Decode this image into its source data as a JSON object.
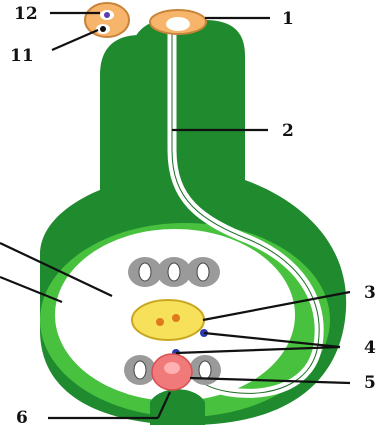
{
  "labels": {
    "n1": "1",
    "n2": "2",
    "n3": "3",
    "n4": "4",
    "n5": "5",
    "n6": "6",
    "n11": "11",
    "n12": "12"
  },
  "colors": {
    "outer_green": "#1f8a2e",
    "inner_green": "#48c23e",
    "tube_white": "#ffffff",
    "pollen_orange": "#f6b56a",
    "egg_pink": "#f07a7a",
    "polar_yellow": "#f7e05a",
    "synergid_gray": "#9a9a9a",
    "nucleus_blue": "#2a3bb0"
  }
}
